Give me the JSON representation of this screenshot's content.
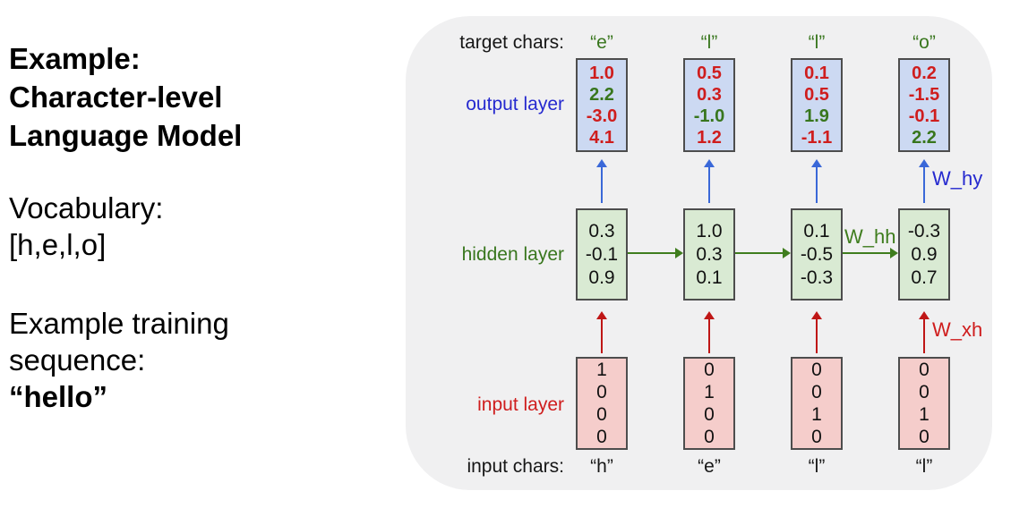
{
  "colors": {
    "panel_bg": "#f0f0f1",
    "box_border": "#4d4d4d",
    "output_fill": "#ccd9f2",
    "hidden_fill": "#d9ead3",
    "input_fill": "#f5cdcb",
    "red": "#cf1d1d",
    "green": "#38761d",
    "blue": "#2529cf",
    "arrow_blue": "#3a68d8",
    "arrow_red": "#bf1616",
    "arrow_green": "#3f7d1e",
    "text_black": "#111111"
  },
  "intro": {
    "title_lines": [
      "Example:",
      "Character-level",
      "Language Model"
    ],
    "vocab_lines": [
      "Vocabulary:",
      "[h,e,l,o]"
    ],
    "training_lines": [
      "Example training",
      "sequence:"
    ],
    "training_sequence": "“hello”"
  },
  "diagram": {
    "target_label": "target chars:",
    "target_chars": [
      "“e”",
      "“l”",
      "“l”",
      "“o”"
    ],
    "output_label": "output layer",
    "hidden_label": "hidden layer",
    "input_label": "input layer",
    "input_chars_label": "input chars:",
    "input_chars": [
      "“h”",
      "“e”",
      "“l”",
      "“l”"
    ],
    "w_hy": "W_hy",
    "w_hh": "W_hh",
    "w_xh": "W_xh",
    "output_boxes": [
      {
        "values": [
          "1.0",
          "2.2",
          "-3.0",
          "4.1"
        ],
        "target_index": 1
      },
      {
        "values": [
          "0.5",
          "0.3",
          "-1.0",
          "1.2"
        ],
        "target_index": 2
      },
      {
        "values": [
          "0.1",
          "0.5",
          "1.9",
          "-1.1"
        ],
        "target_index": 2
      },
      {
        "values": [
          "0.2",
          "-1.5",
          "-0.1",
          "2.2"
        ],
        "target_index": 3
      }
    ],
    "hidden_boxes": [
      {
        "values": [
          "0.3",
          "-0.1",
          "0.9"
        ]
      },
      {
        "values": [
          "1.0",
          "0.3",
          "0.1"
        ]
      },
      {
        "values": [
          "0.1",
          "-0.5",
          "-0.3"
        ]
      },
      {
        "values": [
          "-0.3",
          "0.9",
          "0.7"
        ]
      }
    ],
    "input_boxes": [
      {
        "values": [
          "1",
          "0",
          "0",
          "0"
        ]
      },
      {
        "values": [
          "0",
          "1",
          "0",
          "0"
        ]
      },
      {
        "values": [
          "0",
          "0",
          "1",
          "0"
        ]
      },
      {
        "values": [
          "0",
          "0",
          "1",
          "0"
        ]
      }
    ]
  }
}
